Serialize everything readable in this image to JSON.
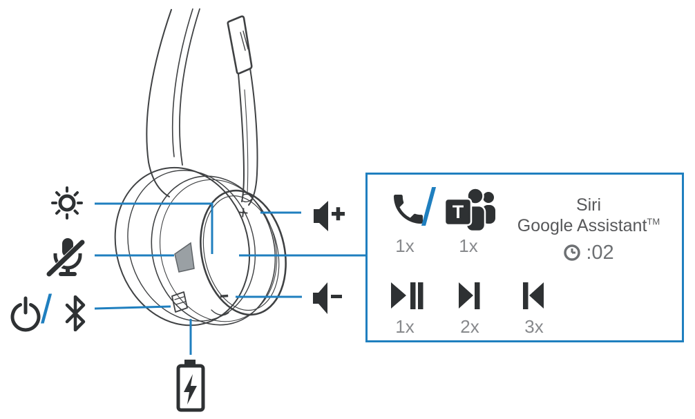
{
  "colors": {
    "accent": "#1f7fbf",
    "ink": "#2e3133",
    "label": "#87898c",
    "line": "#3f4143"
  },
  "illustration": {
    "subject": "headset-side-view-line-art",
    "device_marks": {
      "volume_up": "+",
      "volume_down": "-"
    }
  },
  "left_controls": {
    "led_icon": "brightness-sun-icon",
    "mute_icon": "microphone-mute-icon",
    "power_icon": "power-icon",
    "bluetooth_icon": "bluetooth-icon",
    "power_bluetooth_separator": "/"
  },
  "volume_controls": {
    "up_icon": "volume-up-icon",
    "down_icon": "volume-down-icon"
  },
  "battery": {
    "icon": "battery-charging-icon"
  },
  "callout": {
    "call_controls": {
      "phone_icon": "phone-call-icon",
      "phone_presses": "1x",
      "separator": "/",
      "teams_icon": "microsoft-teams-icon",
      "teams_logo_letter": "T",
      "teams_presses": "1x"
    },
    "voice_assistant": {
      "line_1": "Siri",
      "line_2": "Google Assistant",
      "trademark": "TM",
      "timer_icon": "clock-icon",
      "hold_time": ":02"
    },
    "media_controls": {
      "play_pause_icon": "play-pause-icon",
      "play_pause_presses": "1x",
      "next_track_icon": "next-track-icon",
      "next_track_presses": "2x",
      "previous_track_icon": "previous-track-icon",
      "previous_track_presses": "3x"
    }
  }
}
